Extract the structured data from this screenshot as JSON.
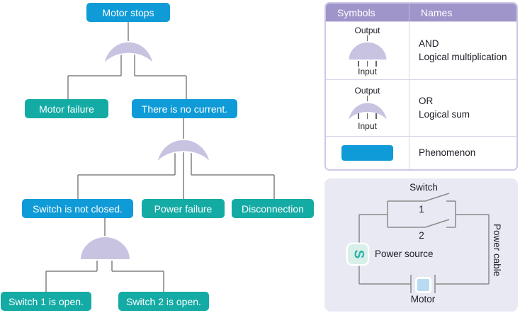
{
  "colors": {
    "phenomenon_blue": "#0f9bd7",
    "event_teal": "#14aba5",
    "gate_lavender": "#c9c3e2",
    "table_header_purple": "#a095ca",
    "panel_background": "#e9e9f3",
    "wire_gray": "#808080"
  },
  "fault_tree": {
    "nodes": [
      {
        "label": "Motor stops",
        "type": "blue"
      },
      {
        "label": "Motor failure",
        "type": "teal"
      },
      {
        "label": "There is no current.",
        "type": "blue"
      },
      {
        "label": "Switch is not closed.",
        "type": "blue"
      },
      {
        "label": "Power failure",
        "type": "teal"
      },
      {
        "label": "Disconnection",
        "type": "teal"
      },
      {
        "label": "Switch 1 is open.",
        "type": "teal"
      },
      {
        "label": "Switch 2 is open.",
        "type": "teal"
      }
    ],
    "gates": [
      {
        "type": "OR",
        "parent": "Motor stops"
      },
      {
        "type": "OR",
        "parent": "There is no current."
      },
      {
        "type": "AND",
        "parent": "Switch is not closed."
      }
    ]
  },
  "legend_table": {
    "headers": [
      "Symbols",
      "Names"
    ],
    "rows": [
      {
        "symbol": "and-gate",
        "output_label": "Output",
        "input_label": "Input",
        "name_line1": "AND",
        "name_line2": "Logical multiplication"
      },
      {
        "symbol": "or-gate",
        "output_label": "Output",
        "input_label": "Input",
        "name_line1": "OR",
        "name_line2": "Logical sum"
      },
      {
        "symbol": "phenomenon-box",
        "name_line1": "Phenomenon"
      }
    ]
  },
  "circuit": {
    "switch_label": "Switch",
    "switch1_label": "1",
    "switch2_label": "2",
    "power_source_label": "Power source",
    "power_source_icon_glyph": "S",
    "motor_label": "Motor",
    "power_cable_label": "Power cable"
  }
}
